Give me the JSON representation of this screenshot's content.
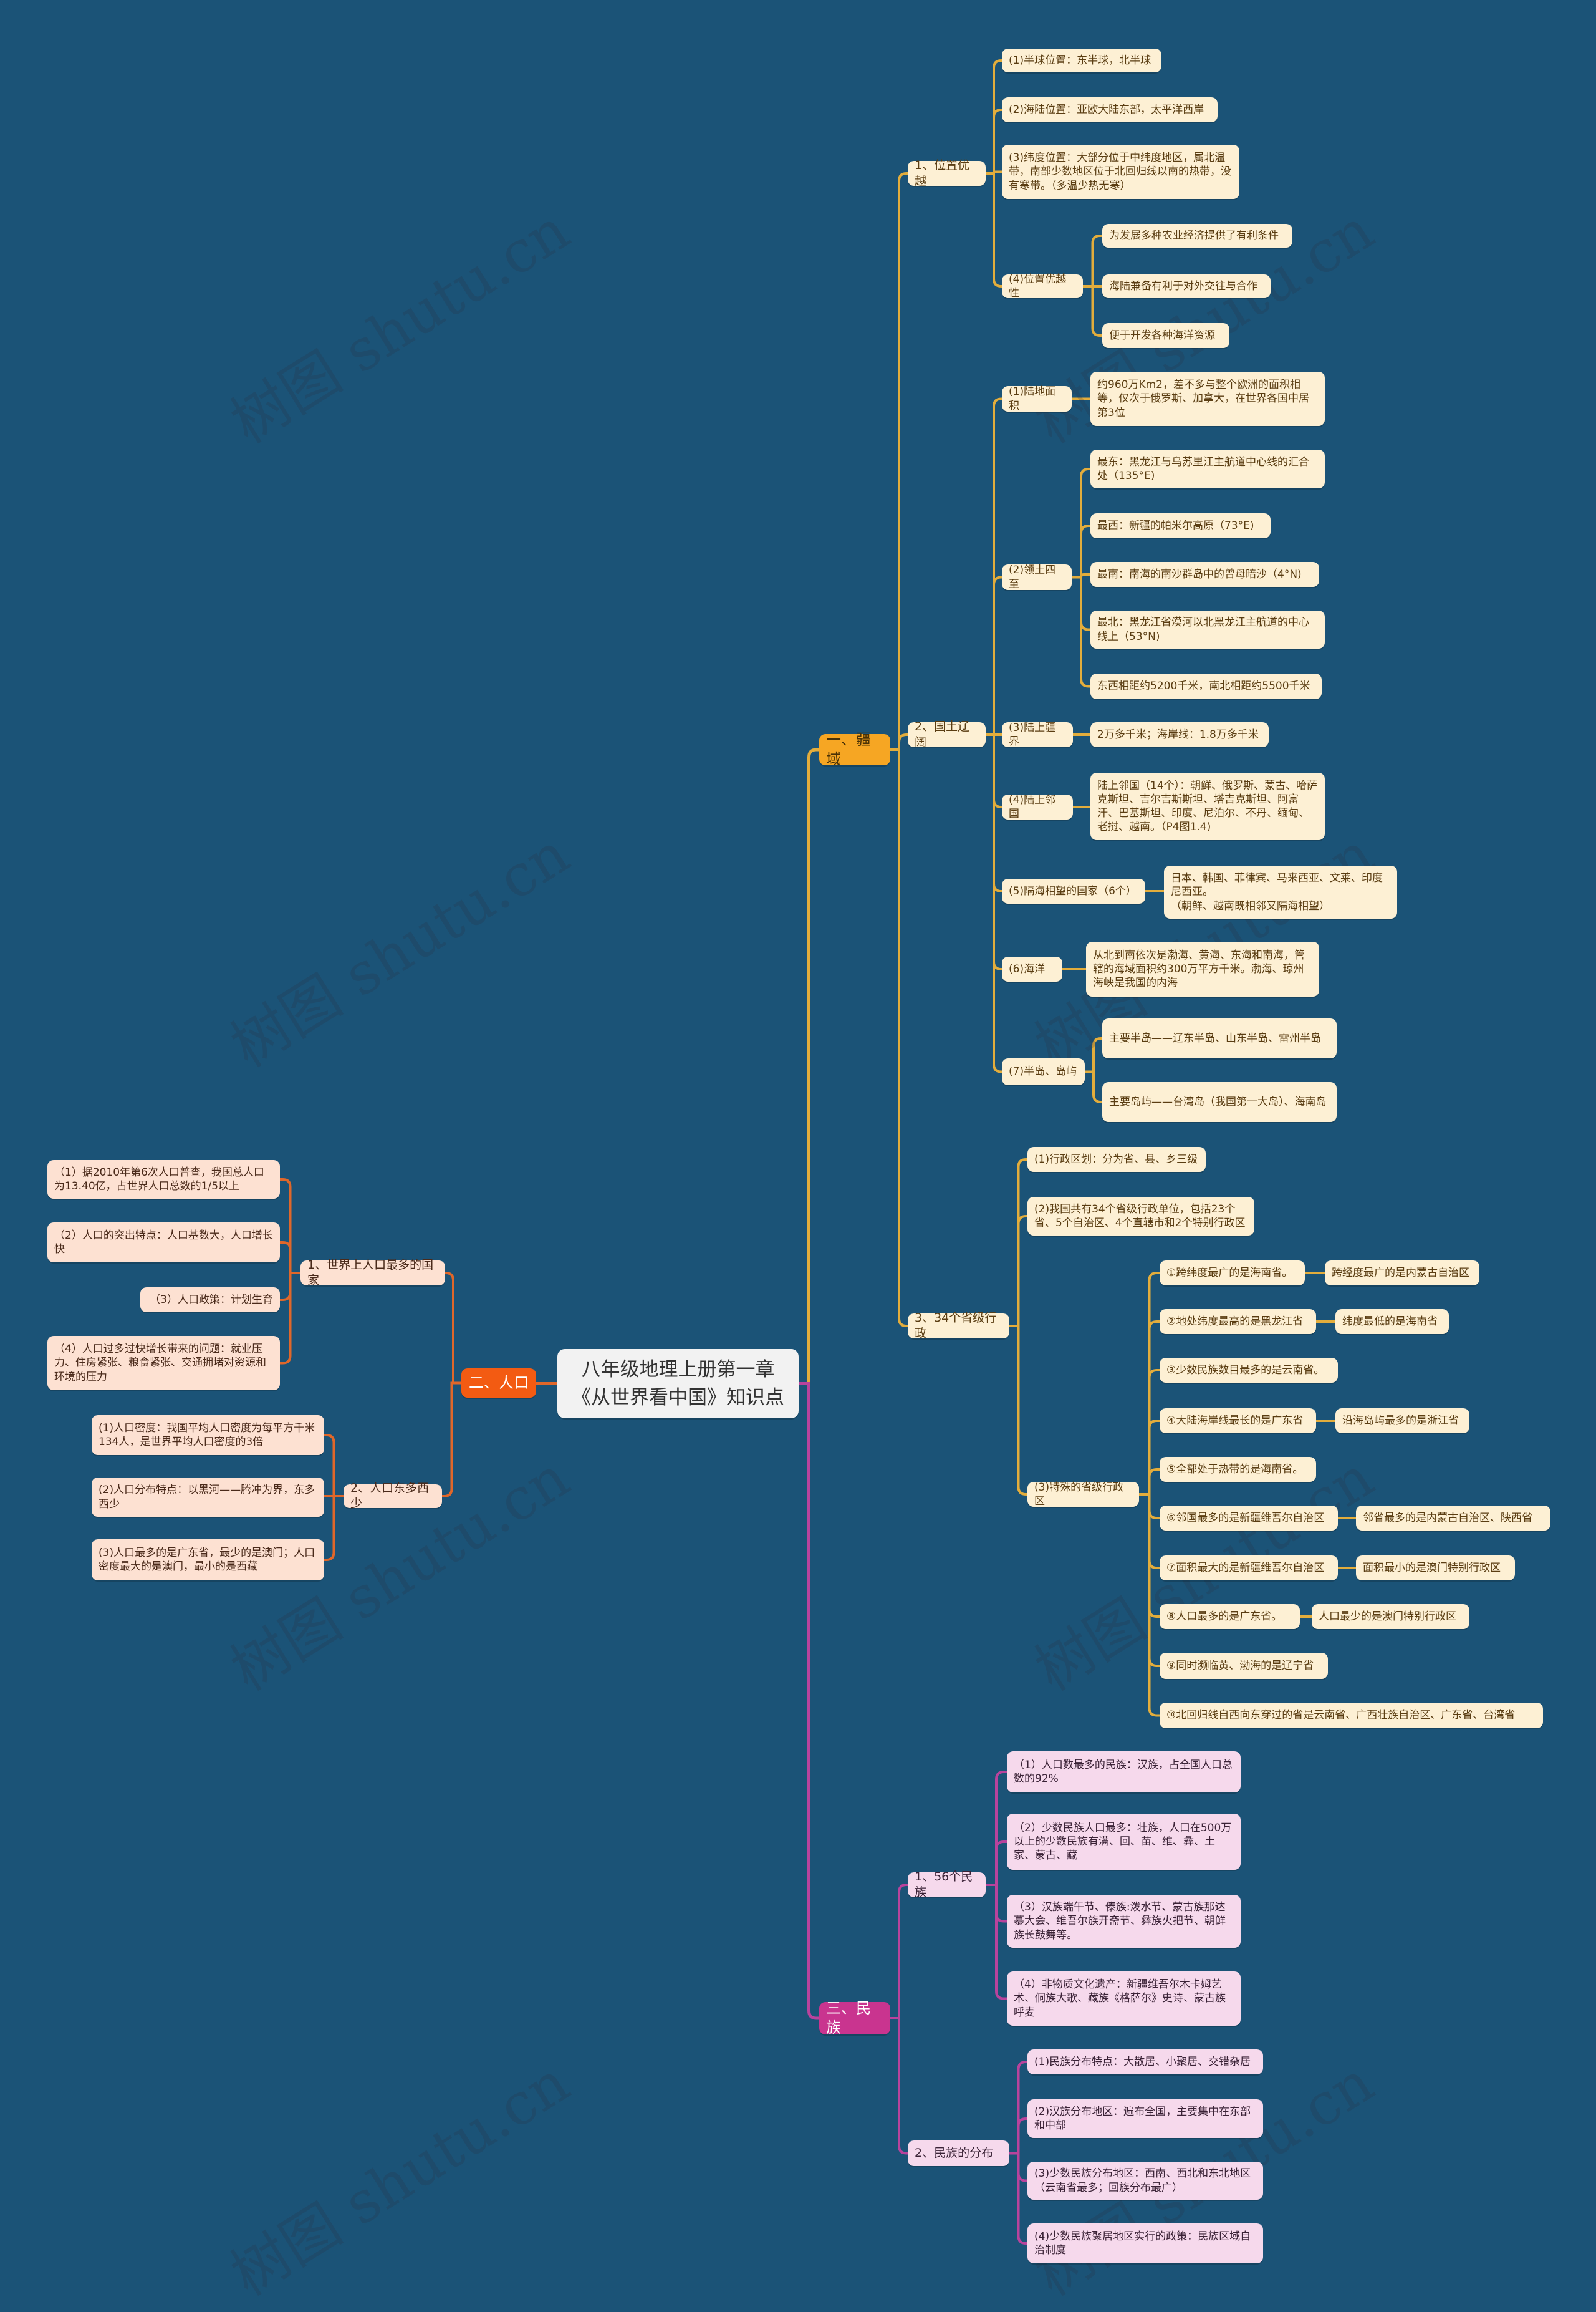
{
  "title": "八年级地理上册第一章《从世界看中国》知识点",
  "watermark": "树图 shutu.cn",
  "colors": {
    "background": "#1b5377",
    "territory": "#f6a623",
    "population": "#f35b12",
    "ethnic": "#c9348f",
    "territory_line": "#e3ad3c",
    "population_line": "#e0672a",
    "ethnic_line": "#b9439c"
  },
  "territory": {
    "label": "一、疆域",
    "location": {
      "label": "1、位置优越",
      "hemisphere": "(1)半球位置：东半球，北半球",
      "sea_land": "(2)海陆位置：亚欧大陆东部，太平洋西岸",
      "latitude": "(3)纬度位置：大部分位于中纬度地区，属北温带，南部少数地区位于北回归线以南的热带，没有寒带。（多温少热无寒）",
      "advantage": {
        "label": "(4)位置优越性",
        "items": [
          "为发展多种农业经济提供了有利条件",
          "海陆兼备有利于对外交往与合作",
          "便于开发各种海洋资源"
        ]
      }
    },
    "vast": {
      "label": "2、国土辽阔",
      "area": {
        "label": "(1)陆地面积",
        "text": "约960万Km2，差不多与整个欧洲的面积相等，仅次于俄罗斯、加拿大，在世界各国中居第3位"
      },
      "extremes": {
        "label": "(2)领土四至",
        "items": [
          "最东：黑龙江与乌苏里江主航道中心线的汇合处（135°E)",
          "最西：新疆的帕米尔高原（73°E)",
          "最南：南海的南沙群岛中的曾母暗沙（4°N)",
          "最北：黑龙江省漠河以北黑龙江主航道的中心线上（53°N)",
          "东西相距约5200千米，南北相距约5500千米"
        ]
      },
      "border": {
        "label": "(3)陆上疆界",
        "text": "2万多千米；海岸线：1.8万多千米"
      },
      "neighbors": {
        "label": "(4)陆上邻国",
        "text": "陆上邻国（14个）：朝鲜、俄罗斯、蒙古、哈萨克斯坦、吉尔吉斯斯坦、塔吉克斯坦、阿富汗、巴基斯坦、印度、尼泊尔、不丹、缅甸、老挝、越南。（P4图1.4)"
      },
      "overseas": {
        "label": "(5)隔海相望的国家（6个）",
        "text": "日本、韩国、菲律宾、马来西亚、文莱、印度尼西亚。\n（朝鲜、越南既相邻又隔海相望）"
      },
      "ocean": {
        "label": "(6)海洋",
        "text": "从北到南依次是渤海、黄海、东海和南海，管辖的海域面积约300万平方千米。渤海、琼州海峡是我国的内海"
      },
      "peninsulas": {
        "label": "(7)半岛、岛屿",
        "items": [
          "主要半岛——辽东半岛、山东半岛、雷州半岛",
          "主要岛屿——台湾岛（我国第一大岛）、海南岛"
        ]
      }
    },
    "provinces": {
      "label": "3、34个省级行政",
      "division": "(1)行政区划：分为省、县、乡三级",
      "count": "(2)我国共有34个省级行政单位，包括23个省、5个自治区、4个直辖市和2个特别行政区",
      "special": {
        "label": "(3)特殊的省级行政区",
        "items": [
          {
            "text": "①跨纬度最广的是海南省。",
            "pair": "跨经度最广的是内蒙古自治区"
          },
          {
            "text": "②地处纬度最高的是黑龙江省",
            "pair": "纬度最低的是海南省"
          },
          {
            "text": "③少数民族数目最多的是云南省。"
          },
          {
            "text": "④大陆海岸线最长的是广东省",
            "pair": "沿海岛屿最多的是浙江省"
          },
          {
            "text": "⑤全部处于热带的是海南省。"
          },
          {
            "text": "⑥邻国最多的是新疆维吾尔自治区",
            "pair": "邻省最多的是内蒙古自治区、陕西省"
          },
          {
            "text": "⑦面积最大的是新疆维吾尔自治区",
            "pair": "面积最小的是澳门特别行政区"
          },
          {
            "text": "⑧人口最多的是广东省。",
            "pair": "人口最少的是澳门特别行政区"
          },
          {
            "text": "⑨同时濒临黄、渤海的是辽宁省"
          },
          {
            "text": "⑩北回归线自西向东穿过的省是云南省、广西壮族自治区、广东省、台湾省"
          }
        ]
      }
    }
  },
  "population": {
    "label": "二、人口",
    "most": {
      "label": "1、世界上人口最多的国家",
      "items": [
        "（1）据2010年第6次人口普查，我国总人口为13.40亿，占世界人口总数的1/5以上",
        "（2）人口的突出特点：人口基数大，人口增长快",
        "（3）人口政策：计划生育",
        "（4）人口过多过快增长带来的问题：就业压力、住房紧张、粮食紧张、交通拥堵对资源和环境的压力"
      ]
    },
    "distribution": {
      "label": "2、人口东多西少",
      "items": [
        "(1)人口密度：我国平均人口密度为每平方千米134人，是世界平均人口密度的3倍",
        "(2)人口分布特点：以黑河——腾冲为界，东多西少",
        "(3)人口最多的是广东省，最少的是澳门；人口密度最大的是澳门，最小的是西藏"
      ]
    }
  },
  "ethnic": {
    "label": "三、民族",
    "groups": {
      "label": "1、56个民族",
      "items": [
        "（1）人口数最多的民族：汉族，占全国人口总数的92%",
        "（2）少数民族人口最多：壮族，人口在500万以上的少数民族有满、回、苗、维、彝、土家、蒙古、藏",
        "（3）汉族端午节、傣族:泼水节、蒙古族那达慕大会、维吾尔族开斋节、彝族火把节、朝鲜族长鼓舞等。",
        "（4）非物质文化遗产：新疆维吾尔木卡姆艺术、侗族大歌、藏族《格萨尔》史诗、蒙古族呼麦"
      ]
    },
    "distribution": {
      "label": "2、民族的分布",
      "items": [
        "(1)民族分布特点：大散居、小聚居、交错杂居",
        "(2)汉族分布地区：遍布全国，主要集中在东部和中部",
        "(3)少数民族分布地区：西南、西北和东北地区（云南省最多；回族分布最广）",
        "(4)少数民族聚居地区实行的政策：民族区域自治制度"
      ]
    }
  }
}
